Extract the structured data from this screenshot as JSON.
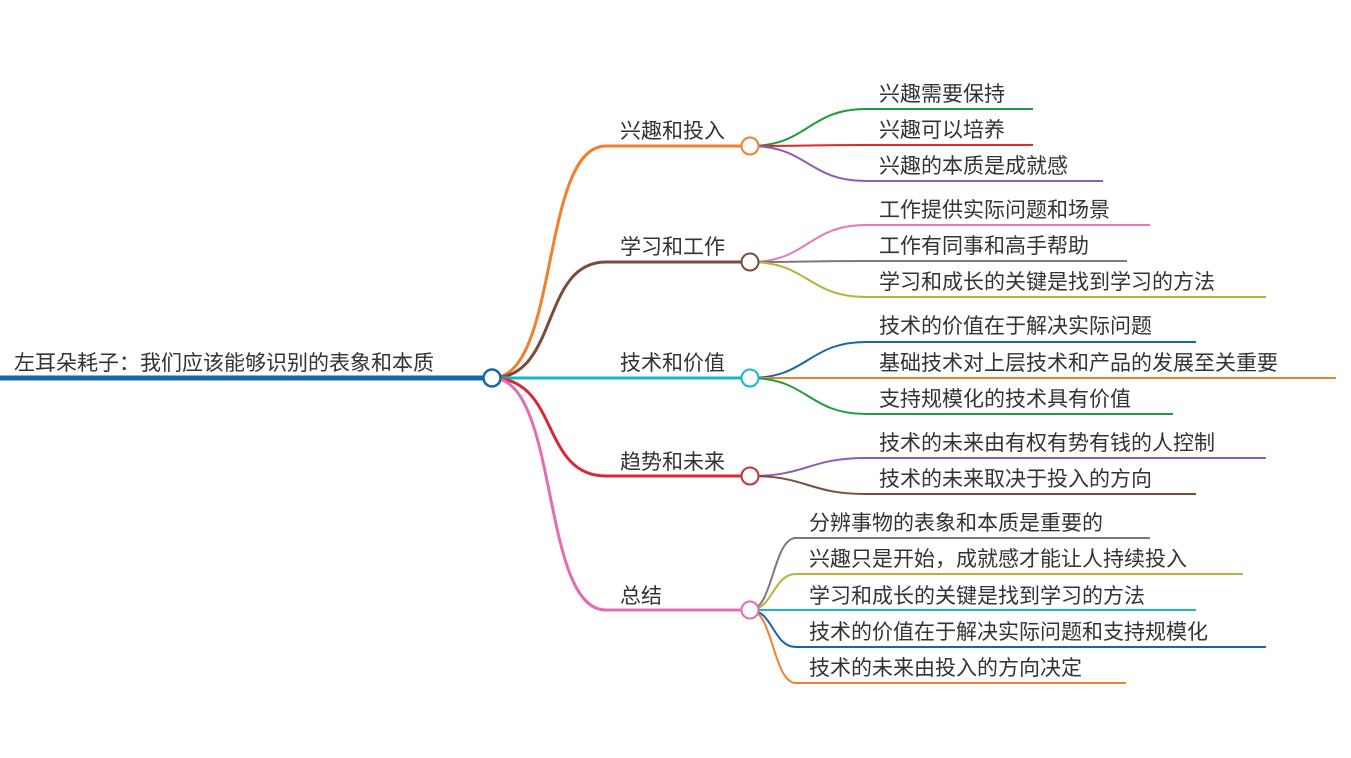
{
  "root": {
    "label": "左耳朵耗子：我们应该能够识别的表象和本质",
    "color": "#1766a6"
  },
  "branches": [
    {
      "label": "兴趣和投入",
      "color": "#f07f2e",
      "children": [
        {
          "label": "兴趣需要保持",
          "color": "#1b9e3b"
        },
        {
          "label": "兴趣可以培养",
          "color": "#de2a2a"
        },
        {
          "label": "兴趣的本质是成就感",
          "color": "#8e5cb4"
        }
      ]
    },
    {
      "label": "学习和工作",
      "color": "#7b4b3c",
      "children": [
        {
          "label": "工作提供实际问题和场景",
          "color": "#e879b9"
        },
        {
          "label": "工作有同事和高手帮助",
          "color": "#7a7a7a"
        },
        {
          "label": "学习和成长的关键是找到学习的方法",
          "color": "#b6b337"
        }
      ]
    },
    {
      "label": "技术和价值",
      "color": "#19b6c9",
      "children": [
        {
          "label": "技术的价值在于解决实际问题",
          "color": "#1766a6"
        },
        {
          "label": "基础技术对上层技术和产品的发展至关重要",
          "color": "#f07f2e"
        },
        {
          "label": "支持规模化的技术具有价值",
          "color": "#1b9e3b"
        }
      ]
    },
    {
      "label": "趋势和未来",
      "color": "#d52b38",
      "children": [
        {
          "label": "技术的未来由有权有势有钱的人控制",
          "color": "#8e5cb4"
        },
        {
          "label": "技术的未来取决于投入的方向",
          "color": "#7b4b3c"
        }
      ]
    },
    {
      "label": "总结",
      "color": "#e46cb3",
      "children": [
        {
          "label": "分辨事物的表象和本质是重要的",
          "color": "#7a7a7a"
        },
        {
          "label": "兴趣只是开始，成就感才能让人持续投入",
          "color": "#b6b337"
        },
        {
          "label": "学习和成长的关键是找到学习的方法",
          "color": "#19b6c9"
        },
        {
          "label": "技术的价值在于解决实际问题和支持规模化",
          "color": "#1766a6"
        },
        {
          "label": "技术的未来由投入的方向决定",
          "color": "#f07f2e"
        }
      ]
    }
  ]
}
